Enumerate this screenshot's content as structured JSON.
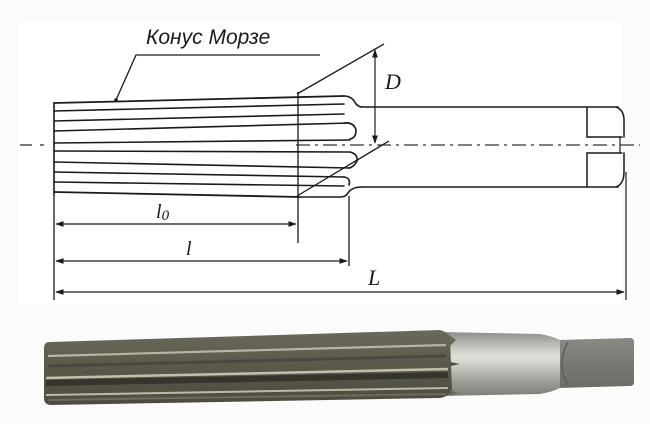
{
  "drawing": {
    "title_label": "Конус Морзе",
    "dimensions": {
      "diameter": "D",
      "flute_length": "l0",
      "flute_length_main": "l",
      "flute_length_sub": "0",
      "working_length": "l",
      "total_length": "L"
    }
  },
  "photo": {
    "subject": "morse-taper-reamer",
    "colors": {
      "flute_body": "#5e5c4e",
      "flute_dark": "#3e3d33",
      "flute_highlight": "#b9b7a6",
      "shank": "#a9a9a2",
      "shank_highlight": "#dcdcd6",
      "tang": "#7d7d76"
    }
  },
  "colors": {
    "line": "#1a1a1a",
    "background": "#ffffff"
  }
}
